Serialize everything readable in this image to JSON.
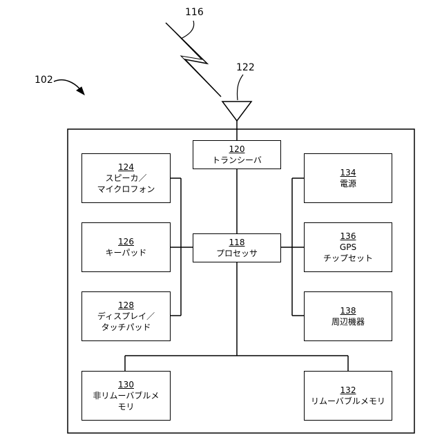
{
  "labels": {
    "device": "102",
    "signal": "116",
    "antenna": "122"
  },
  "blocks": {
    "transceiver": {
      "number": "120",
      "name": "トランシーバ"
    },
    "processor": {
      "number": "118",
      "name": "プロセッサ"
    },
    "speaker_mic": {
      "number": "124",
      "name": "スピーカ／\nマイクロフォン"
    },
    "keypad": {
      "number": "126",
      "name": "キーパッド"
    },
    "display": {
      "number": "128",
      "name": "ディスプレイ／\nタッチパッド"
    },
    "power": {
      "number": "134",
      "name": "電源"
    },
    "gps": {
      "number": "136",
      "name": "GPS\nチップセット"
    },
    "peripherals": {
      "number": "138",
      "name": "周辺機器"
    },
    "non_removable_memory": {
      "number": "130",
      "name": "非リムーバブルメ\nモリ"
    },
    "removable_memory": {
      "number": "132",
      "name": "リムーバブルメモリ"
    }
  }
}
